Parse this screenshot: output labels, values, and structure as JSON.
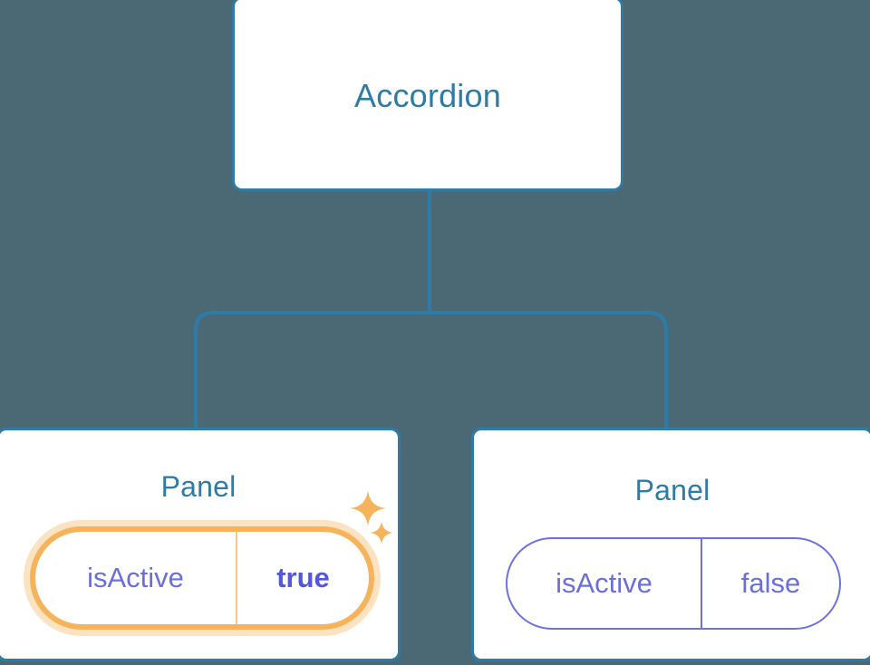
{
  "diagram": {
    "type": "component-tree",
    "background_color": "#4a6975",
    "accent_color": "#2e7ba6",
    "highlight_color": "#f5b45c",
    "prop_color": "#6b6fd6",
    "root": {
      "label": "Accordion"
    },
    "children": [
      {
        "label": "Panel",
        "highlighted": true,
        "prop": {
          "key": "isActive",
          "value": "true"
        },
        "sparkles": [
          "sparkle-icon",
          "sparkle-icon"
        ]
      },
      {
        "label": "Panel",
        "highlighted": false,
        "prop": {
          "key": "isActive",
          "value": "false"
        }
      }
    ]
  }
}
